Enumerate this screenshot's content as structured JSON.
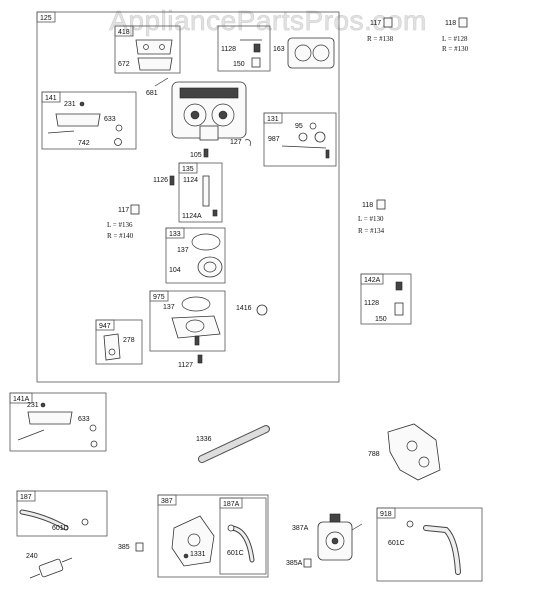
{
  "watermark": "AppliancePartsPros.com",
  "labels": {
    "g125": "125",
    "g418": "418",
    "p672": "672",
    "p1128a": "1128",
    "p150a": "150",
    "p163": "163",
    "p117a": "117",
    "p118a": "118",
    "p118a_l": "L = #128",
    "p118a_r": "R = #130",
    "r138": "R = #138",
    "p681": "681",
    "g141": "141",
    "p231a": "231",
    "p633a": "633",
    "p742": "742",
    "g131": "131",
    "p95": "95",
    "p987": "987",
    "p127": "127",
    "p105": "105",
    "g135": "135",
    "p1126": "1126",
    "p1124": "1124",
    "p1124a": "1124A",
    "p117b": "117",
    "p117b_l": "L = #136",
    "p117b_r": "R = #140",
    "p118b": "118",
    "p118b_l": "L = #130",
    "p118b_r": "R = #134",
    "g133": "133",
    "p137a": "137",
    "p104": "104",
    "g142a": "142A",
    "p1128b": "1128",
    "p150b": "150",
    "g975": "975",
    "p137b": "137",
    "p1416": "1416",
    "g947": "947",
    "p278": "278",
    "p1127": "1127",
    "g141a": "141A",
    "p231b": "231",
    "p633b": "633",
    "p1336": "1336",
    "p788": "788",
    "g187": "187",
    "p601d": "601D",
    "p240": "240",
    "p385": "385",
    "g387": "387",
    "p1331": "1331",
    "g187a": "187A",
    "p601c_a": "601C",
    "p387a": "387A",
    "p385a": "385A",
    "g918": "918",
    "p601c_b": "601C"
  }
}
